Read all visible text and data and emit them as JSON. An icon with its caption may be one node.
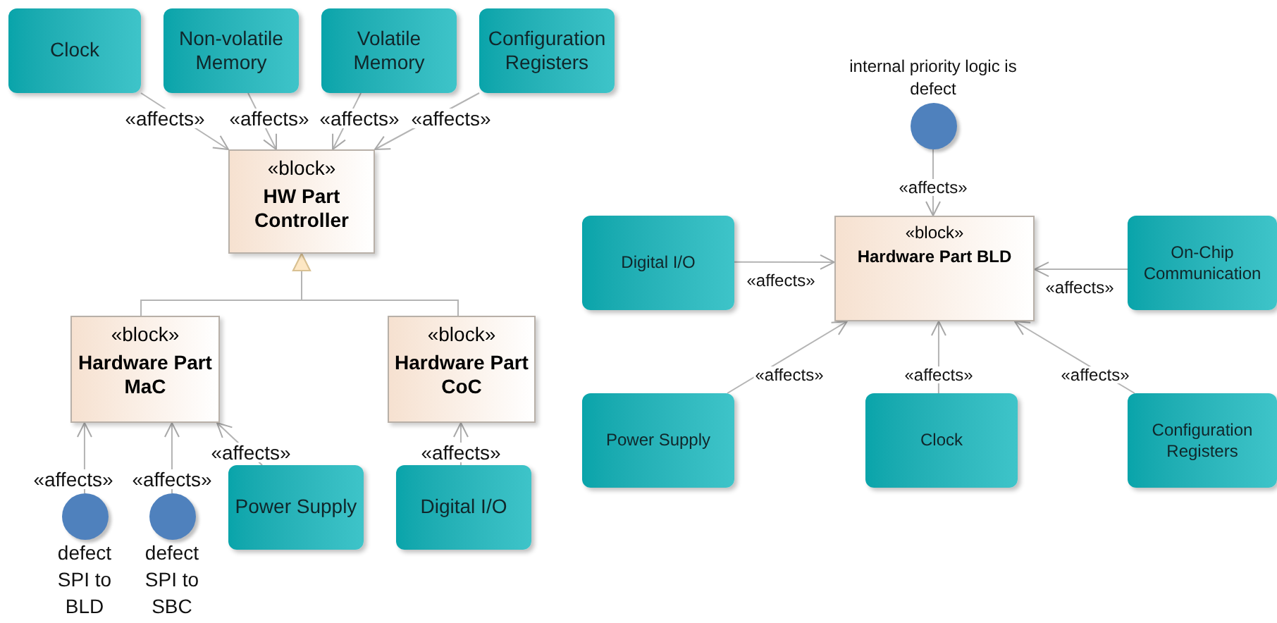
{
  "diagram": {
    "nodes": [
      {
        "text": [
          "Clock"
        ]
      },
      {
        "text": [
          "Non-volatile Memory"
        ]
      },
      {
        "text": [
          "Volatile Memory"
        ]
      },
      {
        "text": [
          "Configuration Registers"
        ]
      },
      {
        "text": [
          "«block»",
          "HW Part Controller"
        ]
      },
      {
        "text": [
          "«block»",
          "Hardware Part MaC"
        ]
      },
      {
        "text": [
          "«block»",
          "Hardware Part CoC"
        ]
      },
      {
        "text": [
          "defect SPI to BLD"
        ]
      },
      {
        "text": [
          "defect SPI to SBC"
        ]
      },
      {
        "text": [
          "Power Supply"
        ]
      },
      {
        "text": [
          "Digital I/O"
        ]
      },
      {
        "text": [
          "internal priority logic is defect"
        ]
      },
      {
        "text": [
          "«block»",
          "Hardware Part BLD"
        ]
      },
      {
        "text": [
          "Digital I/O"
        ]
      },
      {
        "text": [
          "On-Chip Communication"
        ]
      },
      {
        "text": [
          "Power Supply"
        ]
      },
      {
        "text": [
          "Clock"
        ]
      },
      {
        "text": [
          "Configuration Registers"
        ]
      }
    ],
    "edges": [
      {
        "from": 0,
        "to": 4,
        "arrow": "to",
        "label": "«affects»"
      },
      {
        "from": 1,
        "to": 4,
        "arrow": "to",
        "label": "«affects»"
      },
      {
        "from": 2,
        "to": 4,
        "arrow": "to",
        "label": "«affects»"
      },
      {
        "from": 3,
        "to": 4,
        "arrow": "to",
        "label": "«affects»"
      },
      {
        "from": 5,
        "to": 4,
        "arrow": "to"
      },
      {
        "from": 6,
        "to": 4,
        "arrow": "to"
      },
      {
        "from": 7,
        "to": 5,
        "arrow": "to",
        "label": "«affects»"
      },
      {
        "from": 8,
        "to": 5,
        "arrow": "to",
        "label": "«affects»"
      },
      {
        "from": 9,
        "to": 5,
        "arrow": "to",
        "label": "«affects»"
      },
      {
        "from": 10,
        "to": 6,
        "arrow": "to",
        "label": "«affects»"
      },
      {
        "from": 11,
        "to": 12,
        "arrow": "to",
        "label": "«affects»"
      },
      {
        "from": 13,
        "to": 12,
        "arrow": "to",
        "label": "«affects»"
      },
      {
        "from": 14,
        "to": 12,
        "arrow": "to",
        "label": "«affects»"
      },
      {
        "from": 15,
        "to": 12,
        "arrow": "to",
        "label": "«affects»"
      },
      {
        "from": 16,
        "to": 12,
        "arrow": "to",
        "label": "«affects»"
      },
      {
        "from": 17,
        "to": 12,
        "arrow": "to",
        "label": "«affects»"
      }
    ]
  }
}
